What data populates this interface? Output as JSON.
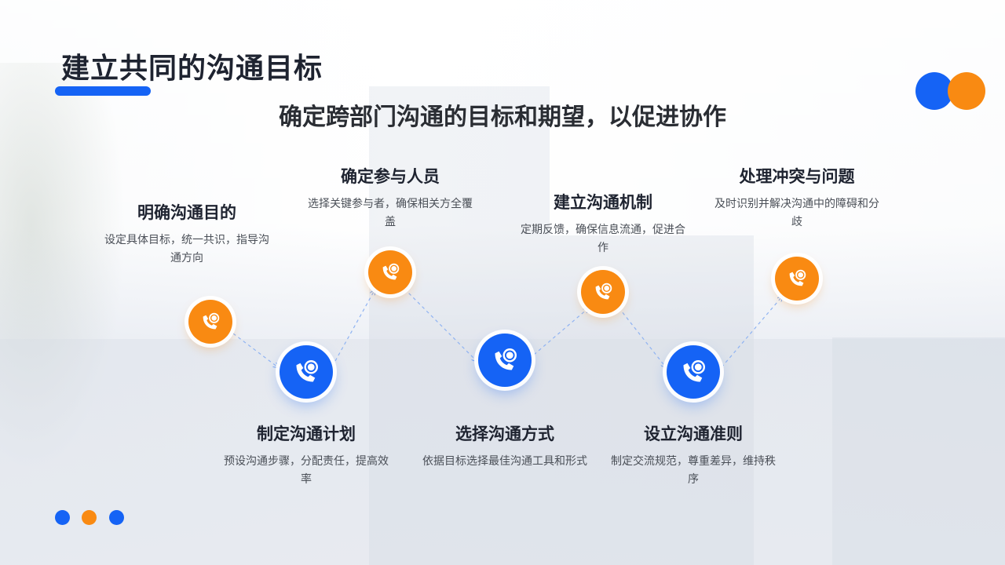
{
  "title": "建立共同的沟通目标",
  "subtitle": "确定跨部门沟通的目标和期望，以促进协作",
  "colors": {
    "accent_blue": "#1563f5",
    "accent_orange": "#f98a12",
    "title_text": "#1e2330"
  },
  "steps": [
    {
      "title": "明确沟通目的",
      "desc": "设定具体目标，统一共识，指导沟通方向",
      "color": "orange",
      "icon": "phone-chat-icon"
    },
    {
      "title": "制定沟通计划",
      "desc": "预设沟通步骤，分配责任，提高效率",
      "color": "blue",
      "icon": "phone-chat-icon"
    },
    {
      "title": "确定参与人员",
      "desc": "选择关键参与者，确保相关方全覆盖",
      "color": "orange",
      "icon": "phone-chat-icon"
    },
    {
      "title": "选择沟通方式",
      "desc": "依据目标选择最佳沟通工具和形式",
      "color": "blue",
      "icon": "phone-chat-icon"
    },
    {
      "title": "建立沟通机制",
      "desc": "定期反馈，确保信息流通，促进合作",
      "color": "orange",
      "icon": "phone-chat-icon"
    },
    {
      "title": "设立沟通准则",
      "desc": "制定交流规范，尊重差异，维持秩序",
      "color": "blue",
      "icon": "phone-chat-icon"
    },
    {
      "title": "处理冲突与问题",
      "desc": "及时识别并解决沟通中的障碍和分歧",
      "color": "orange",
      "icon": "phone-chat-icon"
    }
  ]
}
